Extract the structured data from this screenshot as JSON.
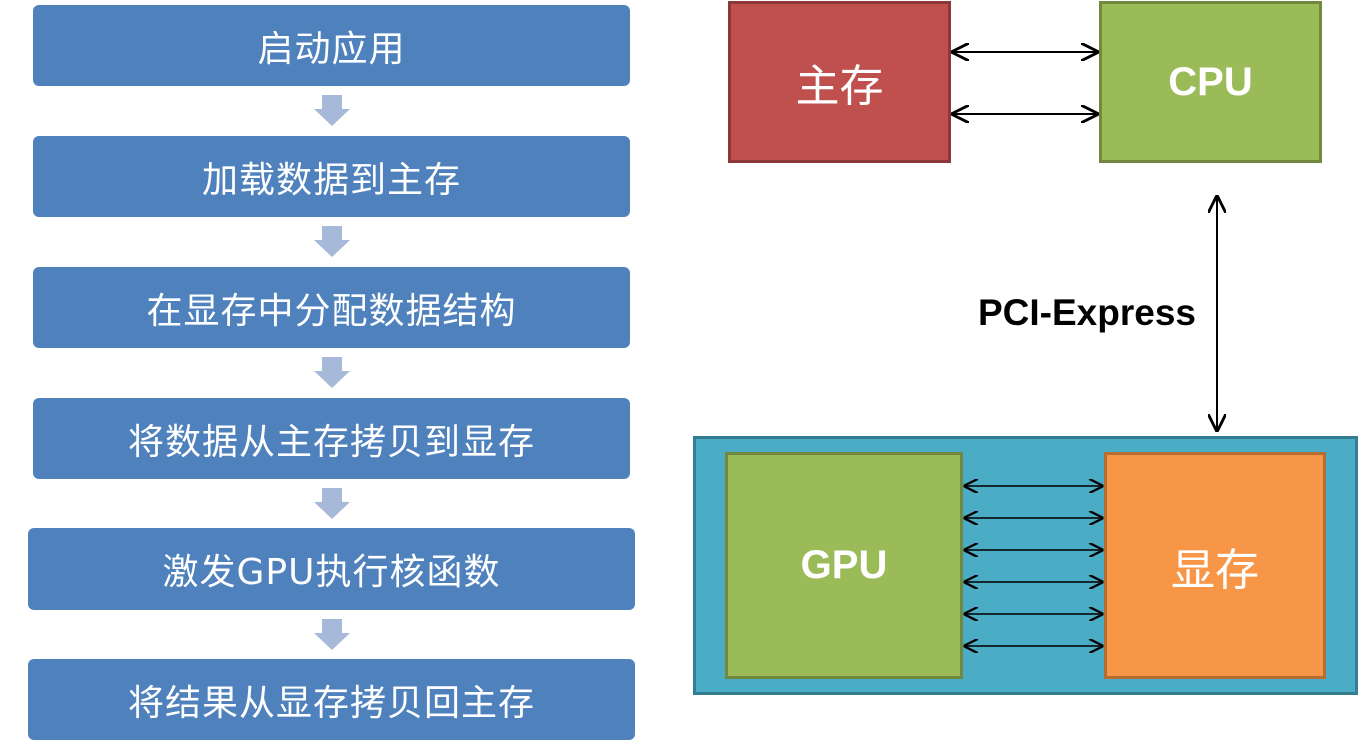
{
  "flow_steps": [
    "启动应用",
    "加载数据到主存",
    "在显存中分配数据结构",
    "将数据从主存拷贝到显存",
    "激发GPU执行核函数",
    "将结果从显存拷贝回主存"
  ],
  "architecture": {
    "main_memory": "主存",
    "cpu": "CPU",
    "bus": "PCI-Express",
    "gpu": "GPU",
    "video_memory": "显存"
  },
  "colors": {
    "step_fill": "#4f81bd",
    "step_arrow": "#a7b9d9",
    "main_memory": "#c0504d",
    "cpu": "#9bbb59",
    "gpu": "#9bbb59",
    "video_memory": "#f79646",
    "gpu_card": "#4bacc6"
  }
}
